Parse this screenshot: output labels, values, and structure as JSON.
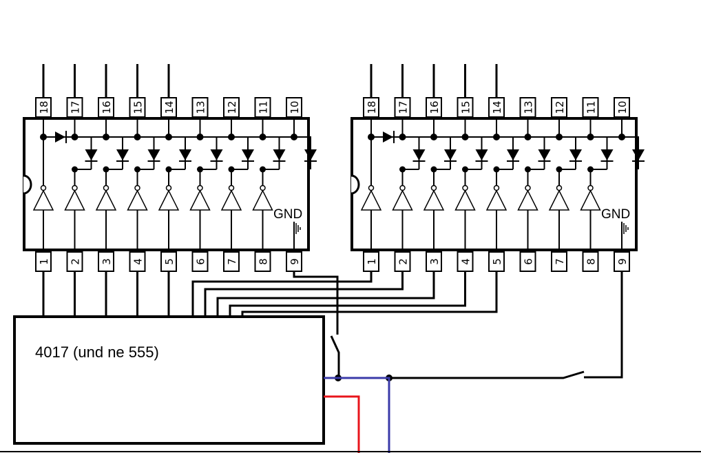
{
  "ics": [
    {
      "top_pins": [
        "18",
        "17",
        "16",
        "15",
        "14",
        "13",
        "12",
        "11",
        "10"
      ],
      "bottom_pins": [
        "1",
        "2",
        "3",
        "4",
        "5",
        "6",
        "7",
        "8",
        "9"
      ],
      "gnd_label": "GND"
    },
    {
      "top_pins": [
        "18",
        "17",
        "16",
        "15",
        "14",
        "13",
        "12",
        "11",
        "10"
      ],
      "bottom_pins": [
        "1",
        "2",
        "3",
        "4",
        "5",
        "6",
        "7",
        "8",
        "9"
      ],
      "gnd_label": "GND"
    }
  ],
  "controller": {
    "label": "4017 (und ne 555)"
  },
  "colors": {
    "wire": "#000000",
    "red_wire": "#e8141b",
    "blue_wire": "#3a3aa8"
  }
}
